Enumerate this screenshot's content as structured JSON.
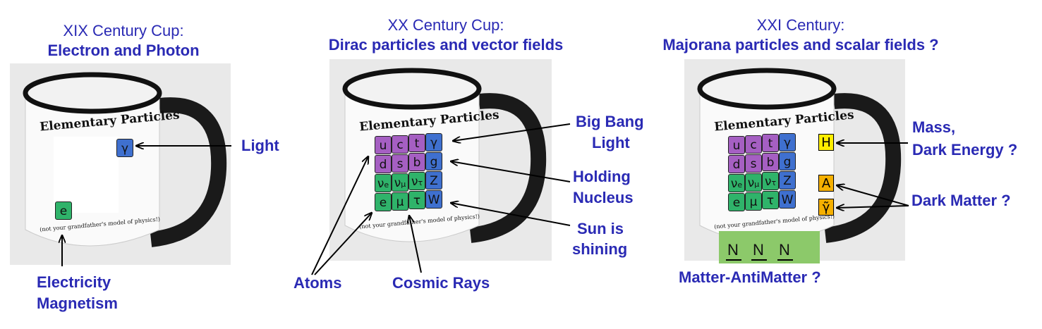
{
  "panels": [
    {
      "title_line1": "XIX Century Cup:",
      "title_line2": "Electron and Photon",
      "mug_title": "Elementary Particles",
      "mug_footer": "(not your grandfather's model of physics!)",
      "tiles": [
        "γ",
        "e"
      ]
    },
    {
      "title_line1": "XX Century Cup:",
      "title_line2": "Dirac particles and vector fields",
      "mug_title": "Elementary Particles",
      "mug_footer": "(not your grandfather's model of physics!)",
      "tiles": [
        "u",
        "c",
        "t",
        "γ",
        "d",
        "s",
        "b",
        "g",
        "νe",
        "νμ",
        "ντ",
        "Z",
        "e",
        "μ",
        "τ",
        "W"
      ]
    },
    {
      "title_line1": "XXI Century:",
      "title_line2": "Majorana particles and scalar fields ?",
      "mug_title": "Elementary Particles",
      "mug_footer": "(not your grandfather's model of physics!)",
      "tiles": [
        "u",
        "c",
        "t",
        "γ",
        "d",
        "s",
        "b",
        "g",
        "νe",
        "νμ",
        "ντ",
        "Z",
        "e",
        "μ",
        "τ",
        "W"
      ],
      "extra_boxes": [
        "H",
        "A",
        "γ̃"
      ],
      "n_letters": [
        "N",
        "N",
        "N"
      ]
    }
  ],
  "labels": {
    "light": "Light",
    "electricity": "Electricity",
    "magnetism": "Magnetism",
    "big_bang_1": "Big Bang",
    "big_bang_2": "Light",
    "holding_1": "Holding",
    "holding_2": "Nucleus",
    "sun_1": "Sun is",
    "sun_2": "shining",
    "atoms": "Atoms",
    "cosmic_rays": "Cosmic Rays",
    "mass": "Mass,",
    "dark_energy": "Dark Energy ?",
    "dark_matter": "Dark Matter ?",
    "matter_antimatter": "Matter-AntiMatter ?"
  },
  "colors": {
    "label_blue": "#2a2ab4",
    "quark_purple": "#a55fc2",
    "lepton_green": "#2fb36a",
    "boson_blue": "#3f70cf",
    "higgs_yellow": "#ffee00",
    "axion_orange": "#f5b000",
    "n_green": "#8cc96a"
  }
}
